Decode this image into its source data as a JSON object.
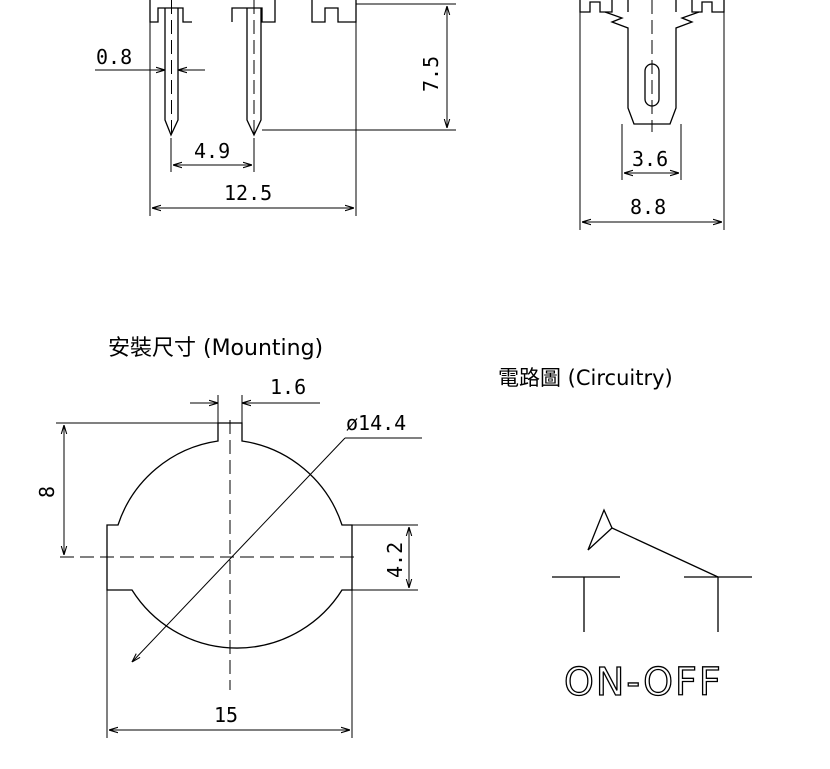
{
  "side_view": {
    "dim_pin": "0.8",
    "dim_height": "7.5",
    "dim_pitch": "4.9",
    "dim_width": "12.5"
  },
  "end_view": {
    "dim_tab": "3.6",
    "dim_width": "8.8"
  },
  "mounting": {
    "title": "安裝尺寸 (Mounting)",
    "dim_key": "1.6",
    "dim_diameter": "ø14.4",
    "dim_half_height": "8",
    "dim_flat": "4.2",
    "dim_width": "15"
  },
  "circuit": {
    "title": "電路圖 (Circuitry)",
    "label": "ON-OFF"
  }
}
